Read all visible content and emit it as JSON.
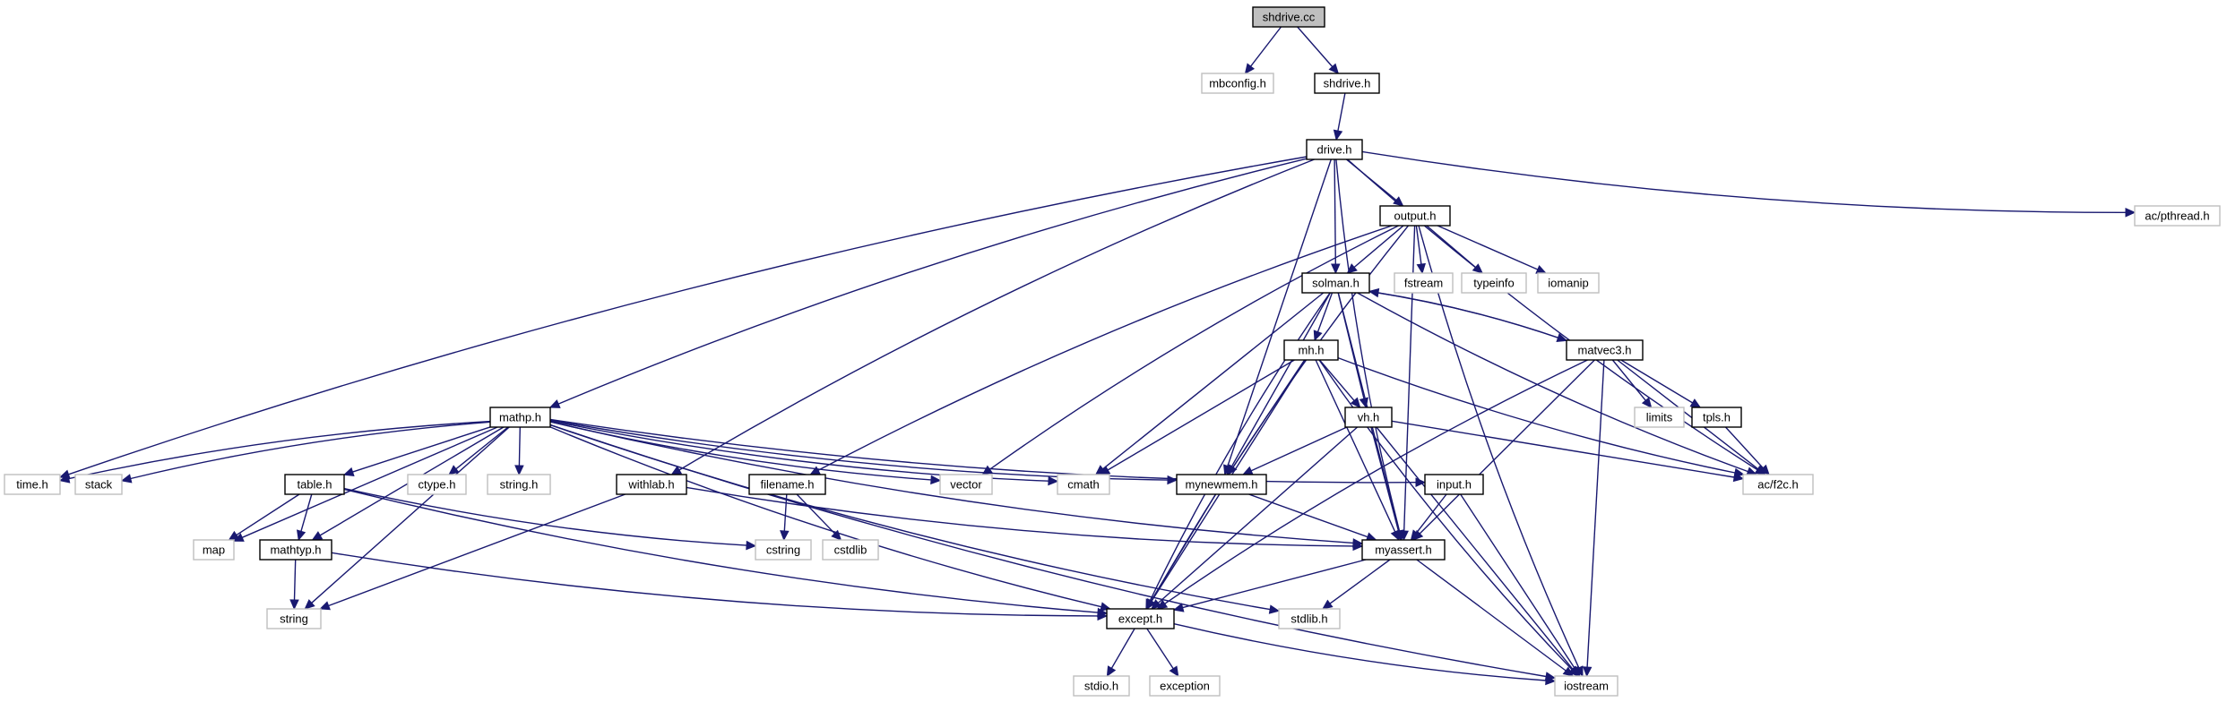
{
  "diagram": {
    "root": "shdrive.cc",
    "colors": {
      "edge": "#191970",
      "root_fill": "#bfbfbf",
      "documented_border": "#000000",
      "external_border": "#bfbfbf"
    },
    "nodes": [
      {
        "id": "shdrive_cc",
        "label": "shdrive.cc",
        "kind": "root"
      },
      {
        "id": "mbconfig_h",
        "label": "mbconfig.h",
        "kind": "ext"
      },
      {
        "id": "shdrive_h",
        "label": "shdrive.h",
        "kind": "doc"
      },
      {
        "id": "drive_h",
        "label": "drive.h",
        "kind": "doc"
      },
      {
        "id": "output_h",
        "label": "output.h",
        "kind": "doc"
      },
      {
        "id": "ac_pthread_h",
        "label": "ac/pthread.h",
        "kind": "ext"
      },
      {
        "id": "solman_h",
        "label": "solman.h",
        "kind": "doc"
      },
      {
        "id": "fstream",
        "label": "fstream",
        "kind": "ext"
      },
      {
        "id": "typeinfo",
        "label": "typeinfo",
        "kind": "ext"
      },
      {
        "id": "iomanip",
        "label": "iomanip",
        "kind": "ext"
      },
      {
        "id": "mh_h",
        "label": "mh.h",
        "kind": "doc"
      },
      {
        "id": "matvec3_h",
        "label": "matvec3.h",
        "kind": "doc"
      },
      {
        "id": "vh_h",
        "label": "vh.h",
        "kind": "doc"
      },
      {
        "id": "limits",
        "label": "limits",
        "kind": "ext"
      },
      {
        "id": "tpls_h",
        "label": "tpls.h",
        "kind": "doc"
      },
      {
        "id": "mathp_h",
        "label": "mathp.h",
        "kind": "doc"
      },
      {
        "id": "time_h",
        "label": "time.h",
        "kind": "ext"
      },
      {
        "id": "stack",
        "label": "stack",
        "kind": "ext"
      },
      {
        "id": "table_h",
        "label": "table.h",
        "kind": "doc"
      },
      {
        "id": "ctype_h",
        "label": "ctype.h",
        "kind": "ext"
      },
      {
        "id": "string_h",
        "label": "string.h",
        "kind": "ext"
      },
      {
        "id": "withlab_h",
        "label": "withlab.h",
        "kind": "doc"
      },
      {
        "id": "filename_h",
        "label": "filename.h",
        "kind": "doc"
      },
      {
        "id": "vector",
        "label": "vector",
        "kind": "ext"
      },
      {
        "id": "cmath",
        "label": "cmath",
        "kind": "ext"
      },
      {
        "id": "mynewmem_h",
        "label": "mynewmem.h",
        "kind": "doc"
      },
      {
        "id": "input_h",
        "label": "input.h",
        "kind": "doc"
      },
      {
        "id": "ac_f2c_h",
        "label": "ac/f2c.h",
        "kind": "ext"
      },
      {
        "id": "map",
        "label": "map",
        "kind": "ext"
      },
      {
        "id": "mathtyp_h",
        "label": "mathtyp.h",
        "kind": "doc"
      },
      {
        "id": "cstring",
        "label": "cstring",
        "kind": "ext"
      },
      {
        "id": "cstdlib",
        "label": "cstdlib",
        "kind": "ext"
      },
      {
        "id": "myassert_h",
        "label": "myassert.h",
        "kind": "doc"
      },
      {
        "id": "string",
        "label": "string",
        "kind": "ext"
      },
      {
        "id": "except_h",
        "label": "except.h",
        "kind": "doc"
      },
      {
        "id": "stdlib_h",
        "label": "stdlib.h",
        "kind": "ext"
      },
      {
        "id": "stdio_h",
        "label": "stdio.h",
        "kind": "ext"
      },
      {
        "id": "exception",
        "label": "exception",
        "kind": "ext"
      },
      {
        "id": "iostream",
        "label": "iostream",
        "kind": "ext"
      }
    ],
    "edges": [
      [
        "shdrive_cc",
        "mbconfig_h"
      ],
      [
        "shdrive_cc",
        "shdrive_h"
      ],
      [
        "shdrive_h",
        "drive_h"
      ],
      [
        "drive_h",
        "output_h"
      ],
      [
        "drive_h",
        "ac_pthread_h"
      ],
      [
        "drive_h",
        "solman_h"
      ],
      [
        "drive_h",
        "mathp_h"
      ],
      [
        "drive_h",
        "time_h"
      ],
      [
        "drive_h",
        "withlab_h"
      ],
      [
        "drive_h",
        "mynewmem_h"
      ],
      [
        "drive_h",
        "ac_f2c_h"
      ],
      [
        "drive_h",
        "myassert_h"
      ],
      [
        "output_h",
        "solman_h"
      ],
      [
        "output_h",
        "fstream"
      ],
      [
        "output_h",
        "typeinfo"
      ],
      [
        "output_h",
        "iomanip"
      ],
      [
        "output_h",
        "filename_h"
      ],
      [
        "output_h",
        "vector"
      ],
      [
        "output_h",
        "except_h"
      ],
      [
        "output_h",
        "myassert_h"
      ],
      [
        "output_h",
        "iostream"
      ],
      [
        "solman_h",
        "mh_h"
      ],
      [
        "solman_h",
        "matvec3_h"
      ],
      [
        "solman_h",
        "vh_h"
      ],
      [
        "solman_h",
        "cmath"
      ],
      [
        "solman_h",
        "mynewmem_h"
      ],
      [
        "solman_h",
        "ac_f2c_h"
      ],
      [
        "solman_h",
        "myassert_h"
      ],
      [
        "solman_h",
        "except_h"
      ],
      [
        "matvec3_h",
        "solman_h"
      ],
      [
        "matvec3_h",
        "limits"
      ],
      [
        "matvec3_h",
        "tpls_h"
      ],
      [
        "matvec3_h",
        "ac_f2c_h"
      ],
      [
        "matvec3_h",
        "myassert_h"
      ],
      [
        "matvec3_h",
        "except_h"
      ],
      [
        "matvec3_h",
        "iostream"
      ],
      [
        "tpls_h",
        "ac_f2c_h"
      ],
      [
        "mh_h",
        "vh_h"
      ],
      [
        "mh_h",
        "cmath"
      ],
      [
        "mh_h",
        "mynewmem_h"
      ],
      [
        "mh_h",
        "myassert_h"
      ],
      [
        "mh_h",
        "except_h"
      ],
      [
        "mh_h",
        "ac_f2c_h"
      ],
      [
        "mh_h",
        "iostream"
      ],
      [
        "vh_h",
        "mynewmem_h"
      ],
      [
        "vh_h",
        "myassert_h"
      ],
      [
        "vh_h",
        "except_h"
      ],
      [
        "vh_h",
        "ac_f2c_h"
      ],
      [
        "vh_h",
        "iostream"
      ],
      [
        "mathp_h",
        "time_h"
      ],
      [
        "mathp_h",
        "stack"
      ],
      [
        "mathp_h",
        "table_h"
      ],
      [
        "mathp_h",
        "ctype_h"
      ],
      [
        "mathp_h",
        "string_h"
      ],
      [
        "mathp_h",
        "vector"
      ],
      [
        "mathp_h",
        "cmath"
      ],
      [
        "mathp_h",
        "mynewmem_h"
      ],
      [
        "mathp_h",
        "input_h"
      ],
      [
        "mathp_h",
        "map"
      ],
      [
        "mathp_h",
        "mathtyp_h"
      ],
      [
        "mathp_h",
        "string"
      ],
      [
        "mathp_h",
        "except_h"
      ],
      [
        "mathp_h",
        "myassert_h"
      ],
      [
        "mathp_h",
        "stdlib_h"
      ],
      [
        "mathp_h",
        "iostream"
      ],
      [
        "table_h",
        "map"
      ],
      [
        "table_h",
        "mathtyp_h"
      ],
      [
        "table_h",
        "cstring"
      ],
      [
        "table_h",
        "except_h"
      ],
      [
        "mathtyp_h",
        "string"
      ],
      [
        "mathtyp_h",
        "except_h"
      ],
      [
        "withlab_h",
        "string"
      ],
      [
        "withlab_h",
        "myassert_h"
      ],
      [
        "filename_h",
        "cstring"
      ],
      [
        "filename_h",
        "cstdlib"
      ],
      [
        "mynewmem_h",
        "myassert_h"
      ],
      [
        "mynewmem_h",
        "except_h"
      ],
      [
        "input_h",
        "myassert_h"
      ],
      [
        "input_h",
        "iostream"
      ],
      [
        "myassert_h",
        "except_h"
      ],
      [
        "myassert_h",
        "stdlib_h"
      ],
      [
        "myassert_h",
        "iostream"
      ],
      [
        "except_h",
        "stdio_h"
      ],
      [
        "except_h",
        "exception"
      ],
      [
        "except_h",
        "iostream"
      ]
    ]
  }
}
